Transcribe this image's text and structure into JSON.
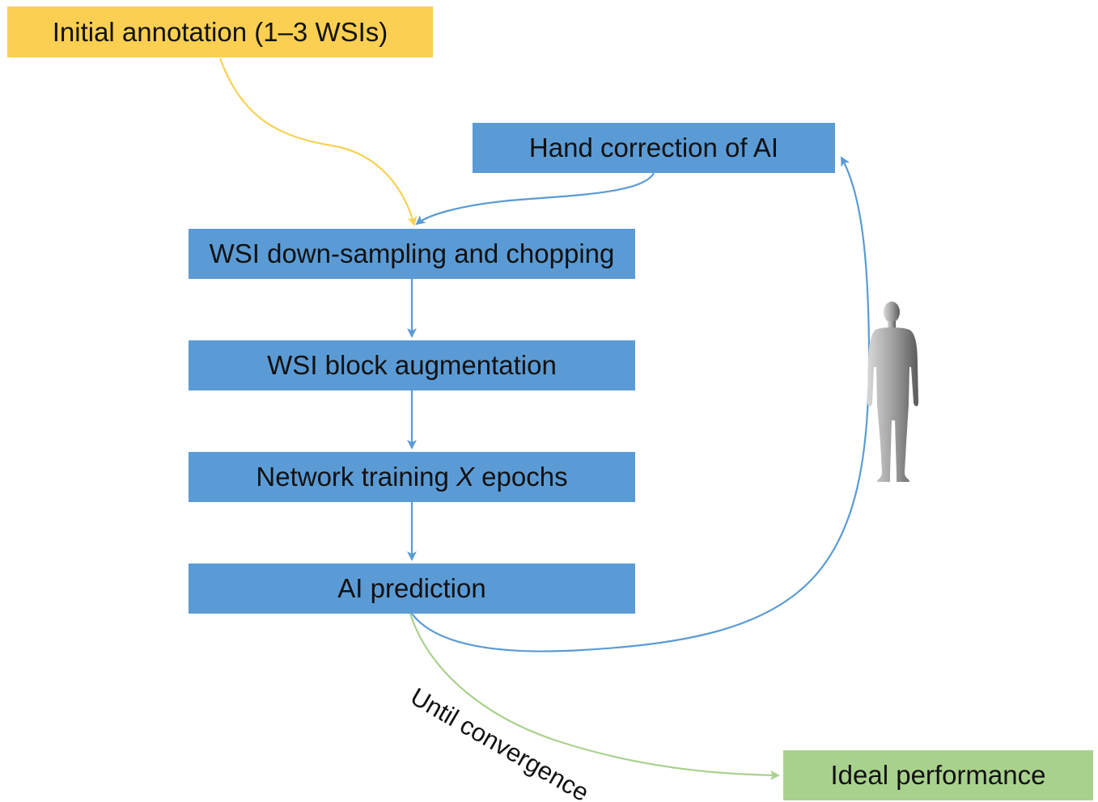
{
  "boxes": {
    "initial_annotation": "Initial annotation (1–3 WSIs)",
    "hand_correction": "Hand correction of AI",
    "downsampling": "WSI down-sampling and chopping",
    "augmentation": "WSI block augmentation",
    "training_prefix": "Network training ",
    "training_variable": "X",
    "training_suffix": " epochs",
    "prediction": "AI prediction",
    "ideal_performance": "Ideal performance"
  },
  "labels": {
    "until_convergence": "Until convergence"
  },
  "colors": {
    "process_box": "#5b9bd5",
    "start_box": "#fbcf51",
    "end_box": "#a9d18e",
    "blue_arrow": "#5b9bd5",
    "yellow_arrow": "#f7d154",
    "green_arrow": "#a9d18e"
  },
  "icons": {
    "human": "human-silhouette-icon"
  }
}
